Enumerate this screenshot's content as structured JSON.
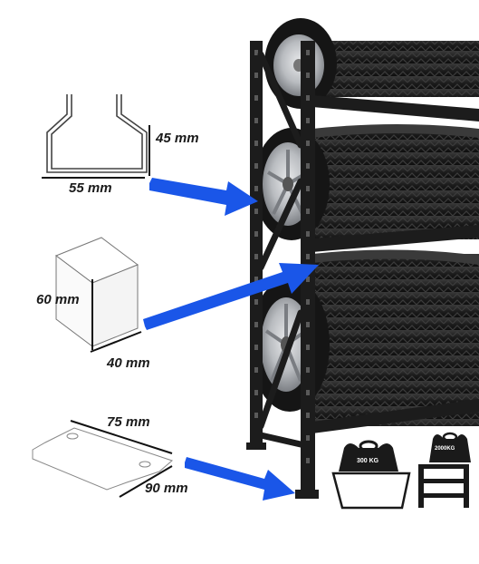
{
  "dimensions": {
    "profile_height": "45 mm",
    "profile_width": "55 mm",
    "beam_height": "60 mm",
    "beam_depth": "40 mm",
    "plate_length": "75 mm",
    "plate_width": "90 mm"
  },
  "load_icons": {
    "shelf_load": "300 KG",
    "frame_load": "2000KG"
  },
  "colors": {
    "arrow": "#1a56e8",
    "rack": "#1c1c1c",
    "tire": "#222222",
    "rim": "#b9bcc0"
  },
  "icons": [
    "c-profile-icon",
    "beam-box-icon",
    "base-plate-icon",
    "weight-on-shelf-icon",
    "weight-on-rack-icon"
  ]
}
